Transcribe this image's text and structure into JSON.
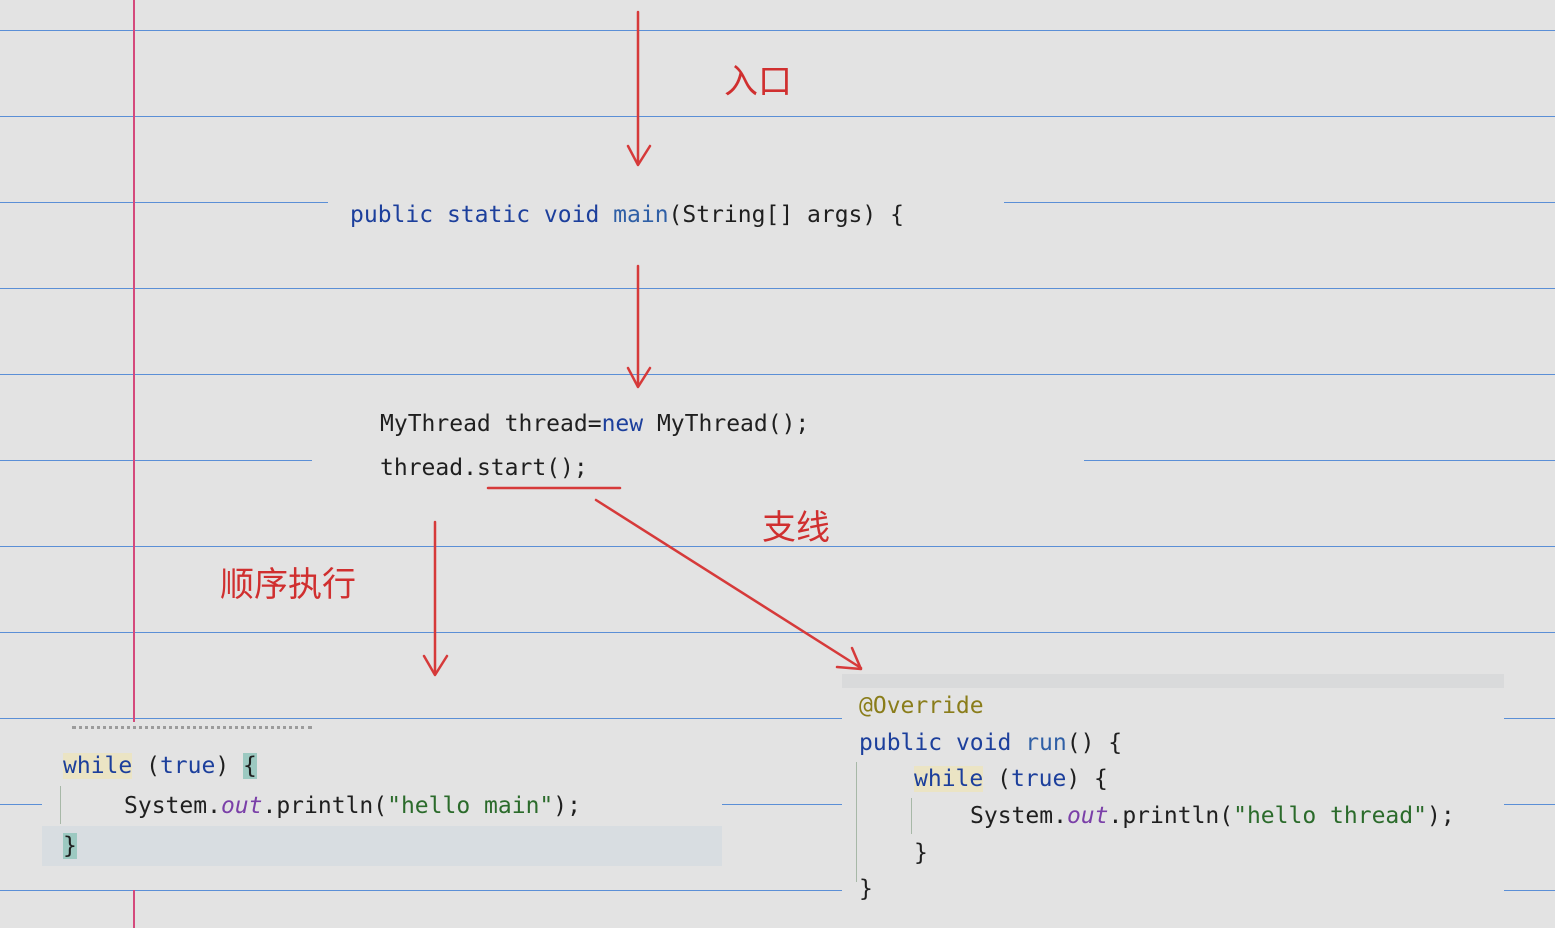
{
  "labels": {
    "entry": "入口",
    "branch": "支线",
    "sequential": "顺序执行"
  },
  "main_snippet": {
    "kw_public": "public",
    "kw_static": "static",
    "kw_void": "void",
    "method": "main",
    "params": "(String[] args) {"
  },
  "thread_snippet": {
    "line1_a": "MyThread thread=",
    "line1_kw": "new",
    "line1_b": " MyThread();",
    "line2_a": "thread.",
    "line2_call": "start",
    "line2_b": "();"
  },
  "main_loop": {
    "kw_while": "while",
    "open": " (",
    "kw_true": "true",
    "close": ") ",
    "brace_open": "{",
    "stmt_a": "System.",
    "stmt_field": "out",
    "stmt_b": ".println(",
    "stmt_str": "\"hello main\"",
    "stmt_c": ");",
    "brace_close": "}"
  },
  "run_method": {
    "annotation": "@Override",
    "kw_public": "public",
    "kw_void": "void",
    "method": "run",
    "sig_rest": "() {",
    "kw_while": "while",
    "open": " (",
    "kw_true": "true",
    "close": ") {",
    "stmt_a": "System.",
    "stmt_field": "out",
    "stmt_b": ".println(",
    "stmt_str": "\"hello thread\"",
    "stmt_c": ");",
    "inner_close": "}",
    "outer_close": "}"
  },
  "colors": {
    "arrow": "#d63a3a",
    "rule": "#5b8fd6",
    "margin": "#d44a7c",
    "keyword": "#1c3f9c",
    "string": "#2b6b2b"
  }
}
